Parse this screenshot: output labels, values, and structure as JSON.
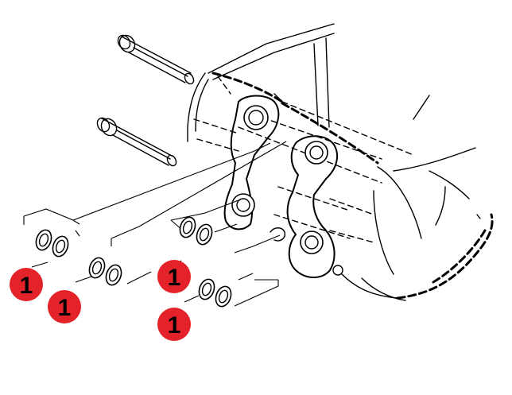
{
  "callouts": [
    {
      "label": "1"
    },
    {
      "label": "1"
    },
    {
      "label": "1"
    },
    {
      "label": "1"
    }
  ],
  "colors": {
    "callout_fill": "#e3222a",
    "line": "#000000",
    "background": "#ffffff"
  }
}
